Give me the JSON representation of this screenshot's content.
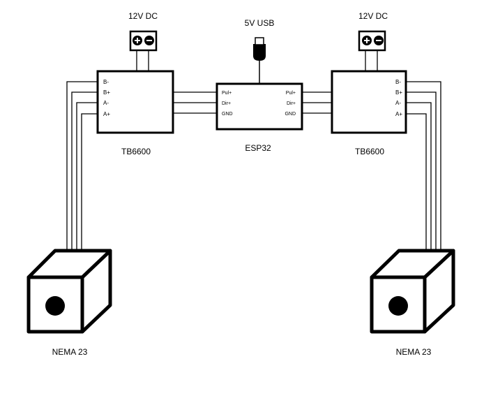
{
  "diagram": {
    "power_left": {
      "label": "12V DC"
    },
    "power_right": {
      "label": "12V DC"
    },
    "usb": {
      "label": "5V USB"
    },
    "driver_left": {
      "label": "TB6600",
      "pins": [
        "B-",
        "B+",
        "A-",
        "A+"
      ]
    },
    "driver_right": {
      "label": "TB6600",
      "pins": [
        "B-",
        "B+",
        "A-",
        "A+"
      ]
    },
    "controller": {
      "label": "ESP32",
      "pins_left": [
        "Pul+",
        "Dir+",
        "GND"
      ],
      "pins_right": [
        "Pul+",
        "Dir+",
        "GND"
      ]
    },
    "motor_left": {
      "label": "NEMA 23"
    },
    "motor_right": {
      "label": "NEMA 23"
    },
    "terminal_symbols": {
      "plus": "+",
      "minus": "−"
    }
  }
}
